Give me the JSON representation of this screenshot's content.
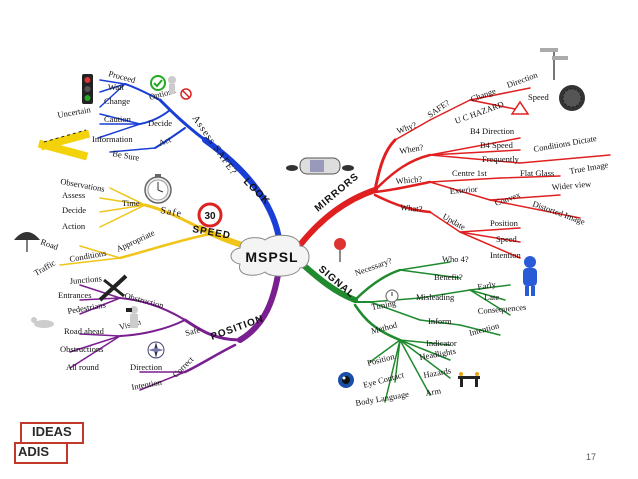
{
  "center": "MSPSL",
  "branches": {
    "look": "LOOK",
    "mirrors": "MIRRORS",
    "speed": "SPEED",
    "signal": "SIGNAL",
    "position": "POSITION",
    "safe": "Safe",
    "assess_safe": "Assess SAFE?"
  },
  "speed_sign": "30",
  "labels": {
    "proceed": "Proceed",
    "wait": "Wait",
    "change": "Change",
    "options": "Options",
    "uncertain": "Uncertain",
    "caution": "Caution",
    "decide_top": "Decide",
    "information": "Information",
    "act": "Act",
    "be_sure": "Be Sure",
    "observations": "Observations",
    "assess": "Assess",
    "decide": "Decide",
    "action": "Action",
    "time": "Time",
    "road": "Road",
    "traffic": "Traffic",
    "conditions": "Conditions",
    "appropriate": "Appropriate",
    "junctions": "Junctions",
    "entrances": "Entrances",
    "pedestrians": "Pedestrians",
    "obstruction": "Obstruction",
    "road_ahead": "Road ahead",
    "vision": "Vision",
    "obstructions": "Obstructions",
    "all_round": "All round",
    "safe_pos": "Safe",
    "direction_pos": "Direction",
    "intention_pos": "Intention",
    "correct": "Correct",
    "why": "Why?",
    "safe_q": "SAFE?",
    "change_m": "Change",
    "direction_m": "Direction",
    "uc_hazard": "U C HAZARD",
    "speed_m": "Speed",
    "when": "When?",
    "b4_direction": "B4 Direction",
    "b4_speed": "B4 Speed",
    "frequently": "Frequently",
    "conditions_dictate": "Conditions Dictate",
    "which": "Which?",
    "centre_1st": "Centre 1st",
    "flat_glass": "Flat Glass",
    "true_image": "True Image",
    "exterior": "Exterior",
    "convex": "Convex",
    "wider_view": "Wider view",
    "distorted_image": "Distorted Image",
    "what": "What?",
    "update": "Update",
    "position_m": "Position",
    "speed_u": "Speed",
    "intention_m": "Intention",
    "necessary": "Necessary?",
    "who": "Who 4?",
    "benefit": "Benefit?",
    "timing": "Timing",
    "early": "Early",
    "late": "Late",
    "misleading": "Misleading",
    "consequences": "Consequences",
    "inform": "Inform",
    "intention_s": "Intention",
    "method": "Method",
    "indicator": "Indicator",
    "headlights": "Headlights",
    "hazards": "Hazards",
    "arm": "Arm",
    "position_s": "Position",
    "eye_contact": "Eye Contact",
    "body_language": "Body Language"
  },
  "logo": {
    "top": "IDEAS",
    "bottom": "ADIS"
  },
  "page_number": "17",
  "colors": {
    "look": "#1a3fd6",
    "mirrors": "#e02020",
    "speed": "#f0c419",
    "signal": "#1f8a2e",
    "position": "#7a1f8f",
    "safe": "#1a3fd6"
  }
}
